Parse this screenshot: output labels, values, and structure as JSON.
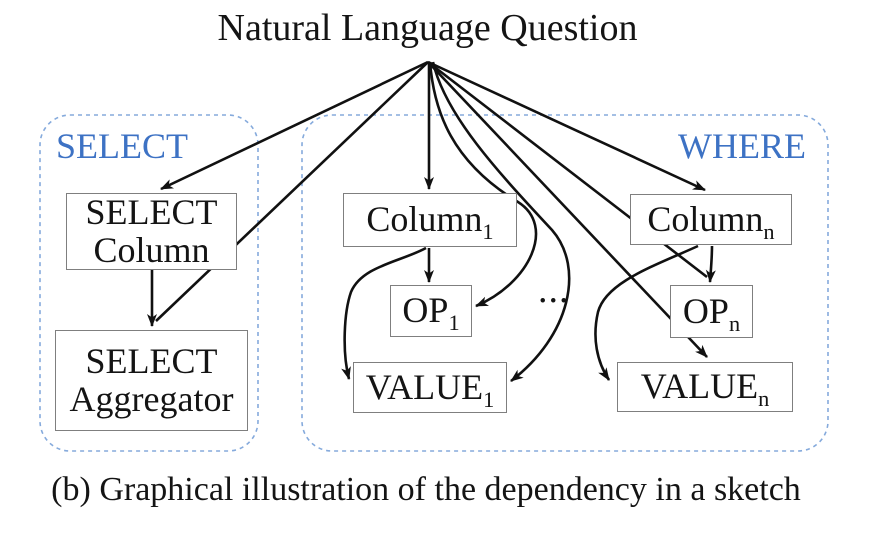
{
  "title": "Natural Language Question",
  "caption": "(b) Graphical illustration of the dependency in a sketch",
  "groups": {
    "select": {
      "label": "SELECT"
    },
    "where": {
      "label": "WHERE"
    }
  },
  "nodes": {
    "select_column": {
      "line1": "SELECT",
      "line2": "Column"
    },
    "select_aggregator": {
      "line1": "SELECT",
      "line2": "Aggregator"
    },
    "column_1": {
      "base": "Column",
      "sub": "1"
    },
    "op_1": {
      "base": "OP",
      "sub": "1"
    },
    "value_1": {
      "base": "VALUE",
      "sub": "1"
    },
    "column_n": {
      "base": "Column",
      "sub": "n"
    },
    "op_n": {
      "base": "OP",
      "sub": "n"
    },
    "value_n": {
      "base": "VALUE",
      "sub": "n"
    }
  },
  "ellipsis": "...",
  "edges": [
    {
      "from": "natural-language-question",
      "to": "select-column"
    },
    {
      "from": "natural-language-question",
      "to": "select-aggregator"
    },
    {
      "from": "natural-language-question",
      "to": "column-1"
    },
    {
      "from": "natural-language-question",
      "to": "op-1"
    },
    {
      "from": "natural-language-question",
      "to": "value-1"
    },
    {
      "from": "natural-language-question",
      "to": "column-n"
    },
    {
      "from": "natural-language-question",
      "to": "op-n"
    },
    {
      "from": "natural-language-question",
      "to": "value-n"
    },
    {
      "from": "select-column",
      "to": "select-aggregator"
    },
    {
      "from": "column-1",
      "to": "op-1"
    },
    {
      "from": "column-1",
      "to": "value-1"
    },
    {
      "from": "column-n",
      "to": "op-n"
    },
    {
      "from": "column-n",
      "to": "value-n"
    }
  ],
  "colors": {
    "label_blue": "#3d72c4",
    "container_dash": "#85aadc",
    "box_border": "#7f7f7f",
    "arrow": "#111111",
    "text": "#141414"
  }
}
